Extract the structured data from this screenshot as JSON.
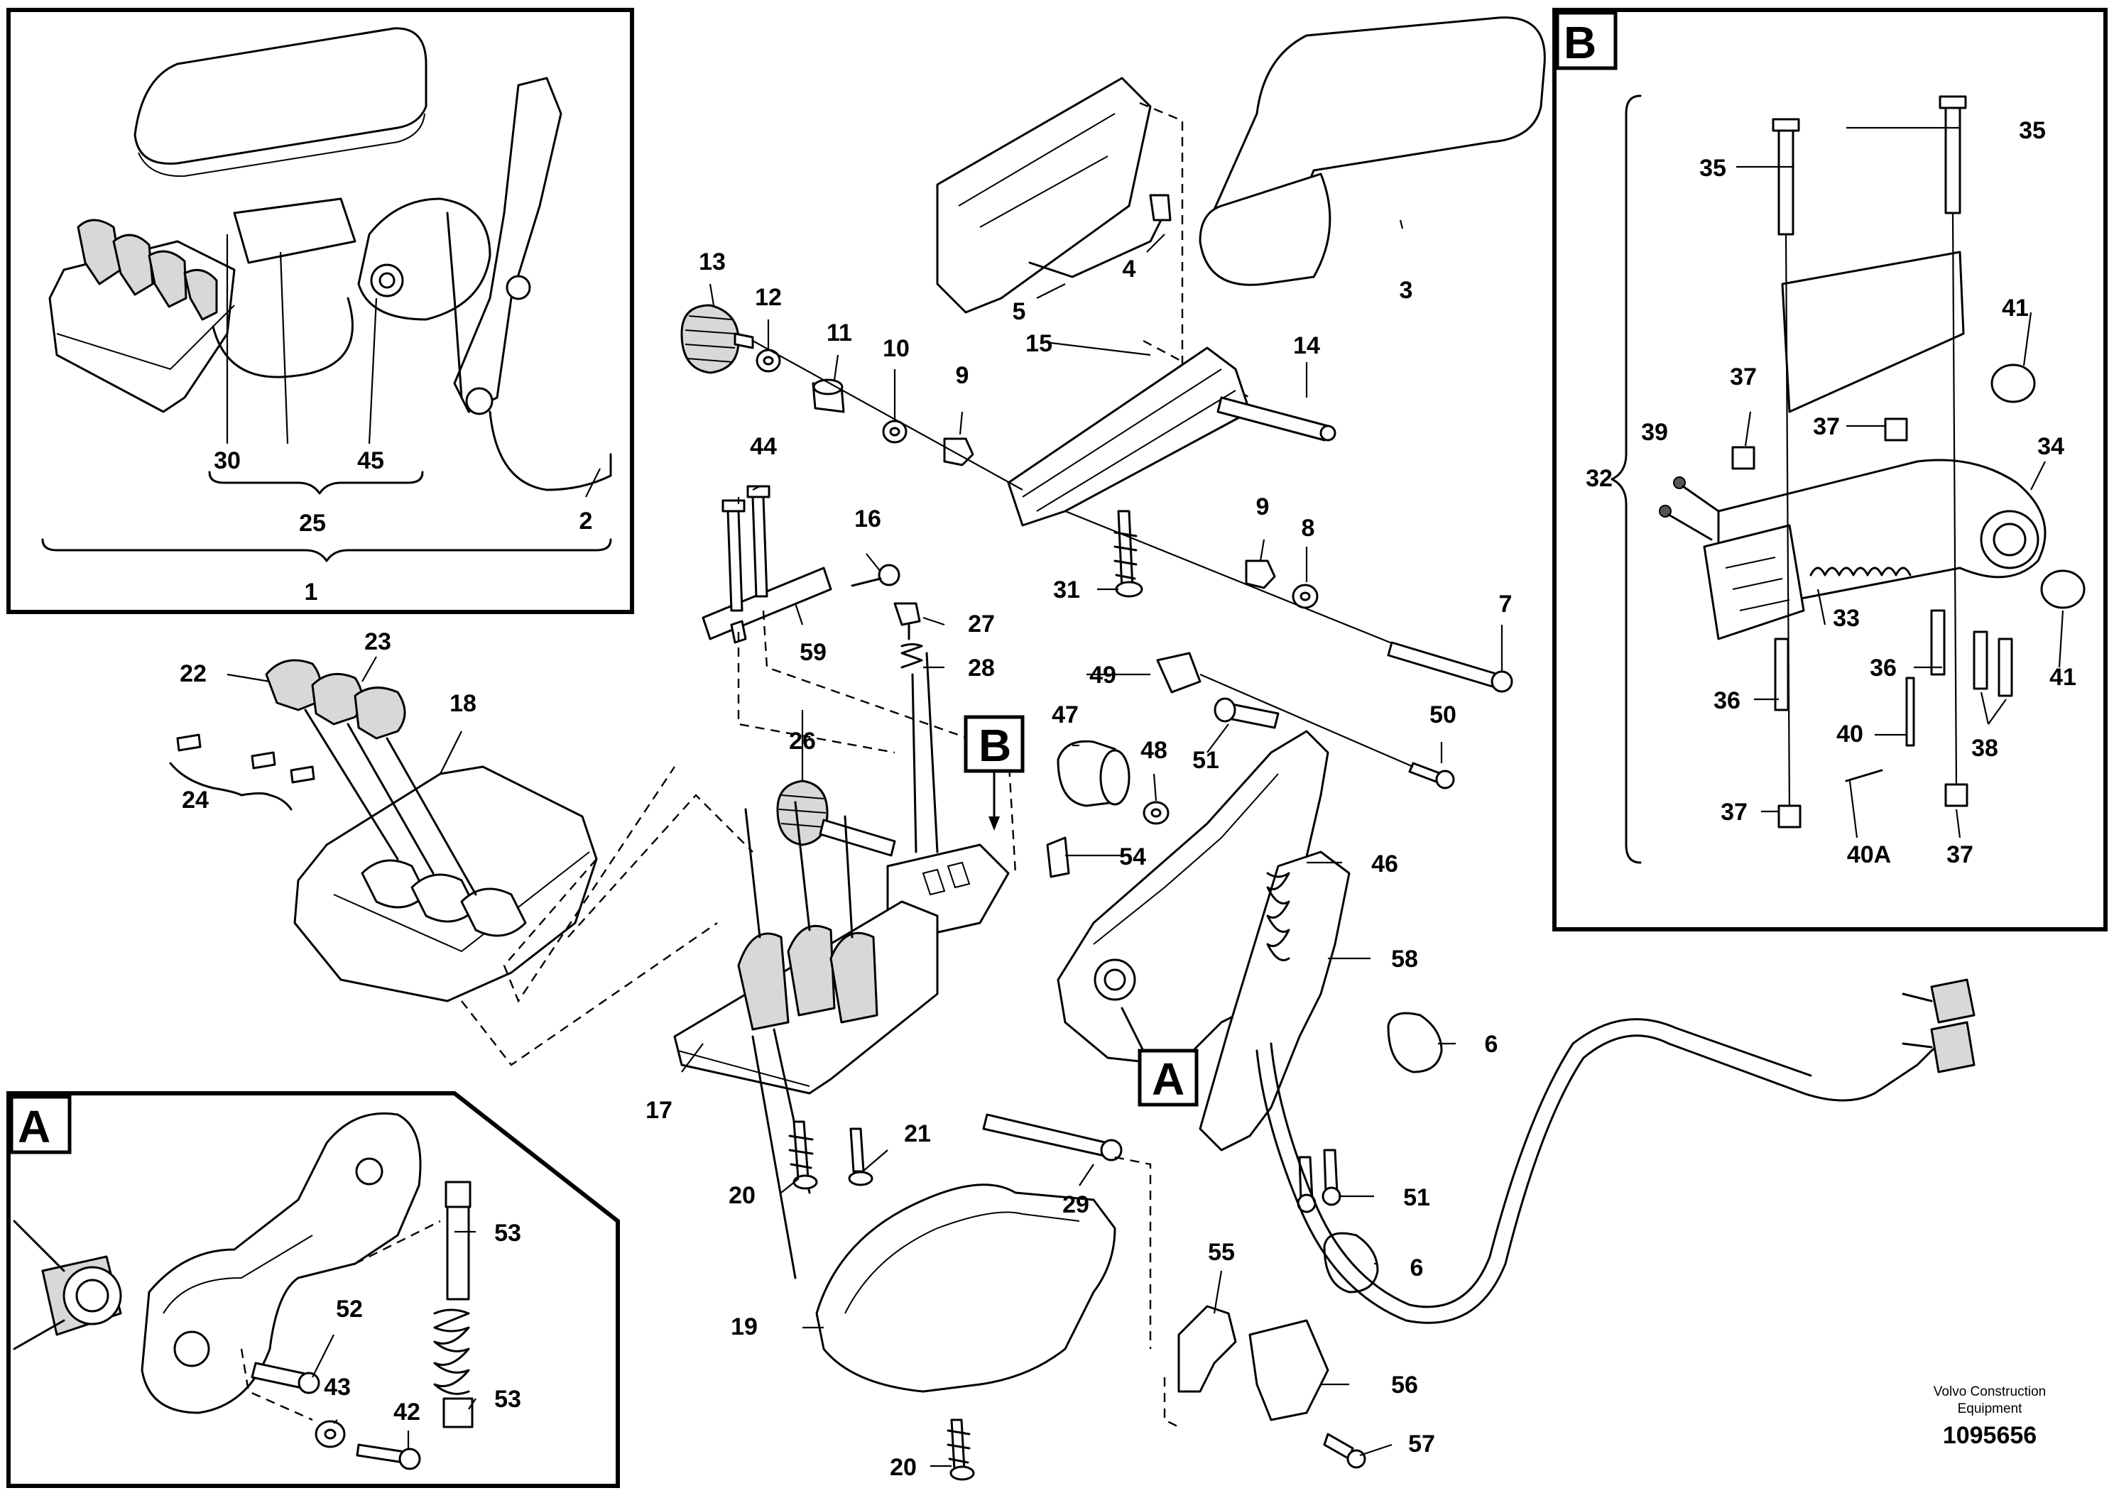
{
  "insets": {
    "A": {
      "label": "A"
    },
    "B": {
      "label": "B"
    }
  },
  "callouts": {
    "main_A": "A",
    "main_B": "B"
  },
  "part_numbers": {
    "p1": "1",
    "p2": "2",
    "p3": "3",
    "p4": "4",
    "p5": "5",
    "p6a": "6",
    "p6b": "6",
    "p7": "7",
    "p8": "8",
    "p9a": "9",
    "p9b": "9",
    "p10": "10",
    "p11": "11",
    "p12": "12",
    "p13": "13",
    "p14": "14",
    "p15": "15",
    "p16": "16",
    "p17": "17",
    "p18": "18",
    "p19": "19",
    "p20a": "20",
    "p20b": "20",
    "p21": "21",
    "p22": "22",
    "p23": "23",
    "p24": "24",
    "p25": "25",
    "p26": "26",
    "p27": "27",
    "p28": "28",
    "p29": "29",
    "p30": "30",
    "p31": "31",
    "p32": "32",
    "p33": "33",
    "p34": "34",
    "p35a": "35",
    "p35b": "35",
    "p36a": "36",
    "p36b": "36",
    "p37a": "37",
    "p37b": "37",
    "p37c": "37",
    "p37d": "37",
    "p38": "38",
    "p39": "39",
    "p40": "40",
    "p40A": "40A",
    "p41a": "41",
    "p41b": "41",
    "p42": "42",
    "p43": "43",
    "p44": "44",
    "p45": "45",
    "p46": "46",
    "p47": "47",
    "p48": "48",
    "p49": "49",
    "p50": "50",
    "p51a": "51",
    "p51b": "51",
    "p52": "52",
    "p53a": "53",
    "p53b": "53",
    "p54": "54",
    "p55": "55",
    "p56": "56",
    "p57": "57",
    "p58": "58",
    "p59": "59"
  },
  "footer": {
    "company_line1": "Volvo Construction",
    "company_line2": "Equipment",
    "drawing_number": "1095656"
  }
}
